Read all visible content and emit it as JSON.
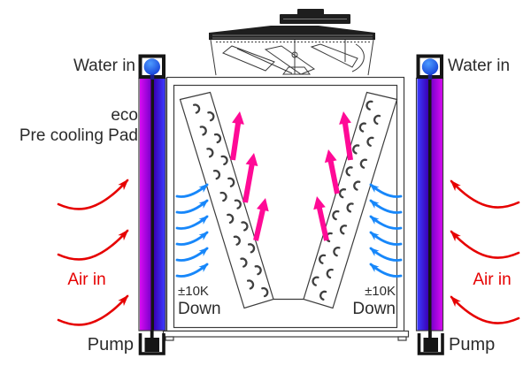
{
  "diagram": {
    "left": {
      "water_in": "Water in",
      "pad_name_line1": "eco",
      "pad_name_line2": "Pre cooling Pad",
      "air_in": "Air in",
      "pump": "Pump",
      "temp_drop_value": "±10K",
      "temp_drop_word": "Down"
    },
    "right": {
      "water_in": "Water in",
      "air_in": "Air in",
      "pump": "Pump",
      "temp_drop_value": "±10K",
      "temp_drop_word": "Down"
    },
    "colors": {
      "pad_magenta": "#d80bf2",
      "pad_magenta_dark": "#7a00cc",
      "pad_blue": "#3b3bff",
      "pad_blue_dark": "#3a00b5",
      "water_inlet_blue": "#1d6bf2",
      "air_in_red": "#e60000",
      "cool_air_blue": "#1787fa",
      "warm_air_magenta": "#ff0a96",
      "outline": "#3c3c3c",
      "fan_dark": "#1e1e1e",
      "label_text": "#2b2b2b"
    },
    "arrow_counts": {
      "cool_air_per_side": 6,
      "warm_air_total": 6,
      "air_in_per_side": 3
    }
  }
}
